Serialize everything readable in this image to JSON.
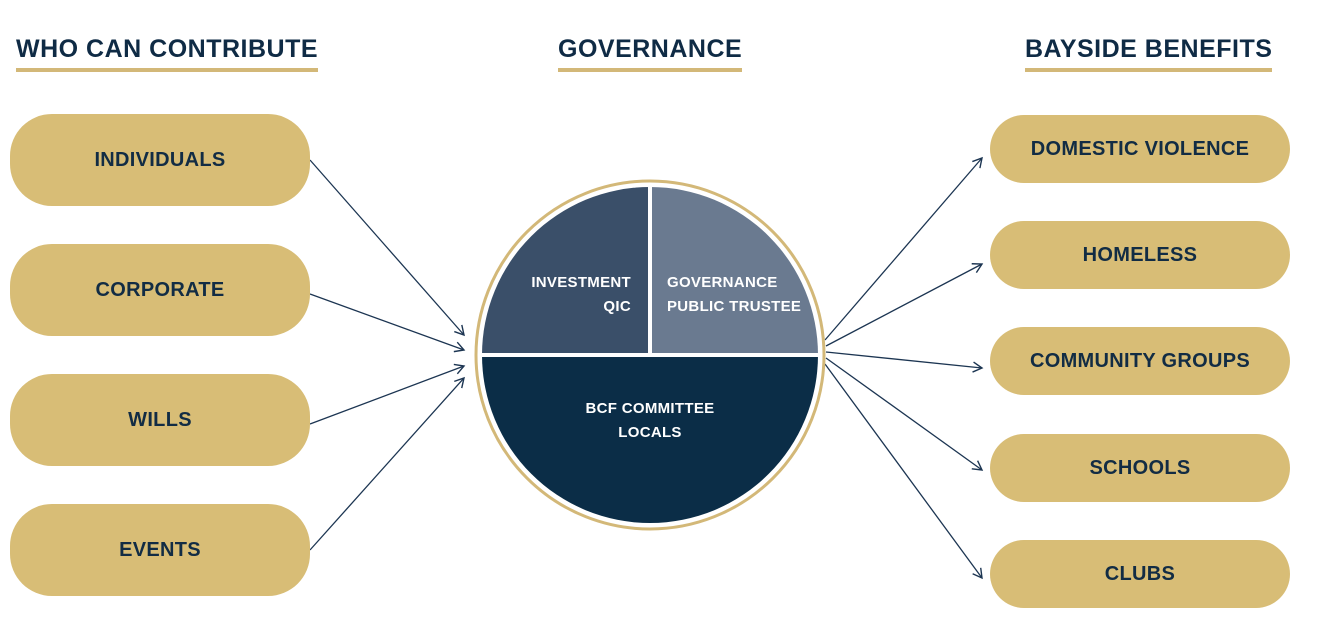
{
  "headings": {
    "left": "WHO CAN CONTRIBUTE",
    "center": "GOVERNANCE",
    "right": "BAYSIDE BENEFITS"
  },
  "contributors": [
    "INDIVIDUALS",
    "CORPORATE",
    "WILLS",
    "EVENTS"
  ],
  "governance": {
    "investment": [
      "INVESTMENT",
      "QIC"
    ],
    "public_trustee": [
      "GOVERNANCE",
      "PUBLIC TRUSTEE"
    ],
    "committee": [
      "BCF COMMITTEE",
      "LOCALS"
    ]
  },
  "benefits": [
    "DOMESTIC VIOLENCE",
    "HOMELESS",
    "COMMUNITY GROUPS",
    "SCHOOLS",
    "CLUBS"
  ],
  "colors": {
    "pill": "#d8bd76",
    "ring": "#d3b878",
    "investment": "#3a4f69",
    "public_trustee": "#6a7a90",
    "committee": "#0b2d47",
    "text_dark": "#0f2b45",
    "arrow": "#1c3552"
  }
}
